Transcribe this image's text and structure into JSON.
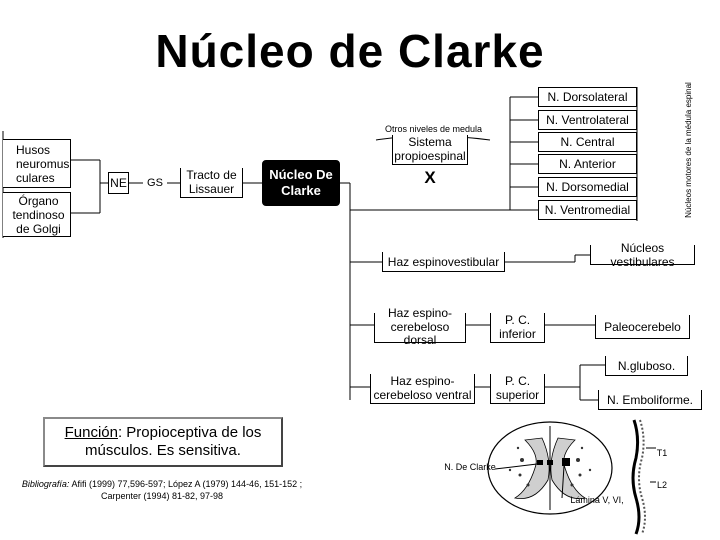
{
  "title": "Núcleo de Clarke",
  "left_boxes": {
    "husos": "Husos neuromus culares",
    "organo": "Órgano tendinoso de Golgi",
    "ne": "NE",
    "gs": "GS",
    "tracto": "Tracto de Lissauer",
    "nucleo": "Núcleo De Clarke"
  },
  "center": {
    "otros": "Otros niveles de medula",
    "sistema": "Sistema propioespinal",
    "x": "X",
    "haz_vestibular": "Haz espinovestibular",
    "haz_dorsal": "Haz espino-cerebeloso dorsal",
    "haz_ventral": "Haz espino-cerebeloso ventral",
    "pc_inferior": "P. C. inferior",
    "pc_superior": "P. C. superior"
  },
  "motor_nuclei": [
    "N. Dorsolateral",
    "N. Ventrolateral",
    "N. Central",
    "N. Anterior",
    "N. Dorsomedial",
    "N. Ventromedial"
  ],
  "motor_side_label": "Núcleos motores de la médula espinal",
  "right_targets": {
    "vestibulares": "Núcleos vestibulares",
    "paleocerebelo": "Paleocerebelo",
    "gluboso": "N.gluboso.",
    "emboliforme": "N. Emboliforme."
  },
  "function": {
    "label": "Función",
    "text": ": Propioceptiva de los músculos. Es sensitiva."
  },
  "bibliography": {
    "label": "Bibliografía:",
    "text": "Afifi (1999) 77,596-597; López A (1979) 144-46, 151-152 ; Carpenter (1994) 81-82, 97-98"
  },
  "spinal_figure": {
    "n_clarke": "N. De Clarke",
    "lamina": "Lámina V, VI,",
    "t1": "T1",
    "l2": "L2"
  }
}
